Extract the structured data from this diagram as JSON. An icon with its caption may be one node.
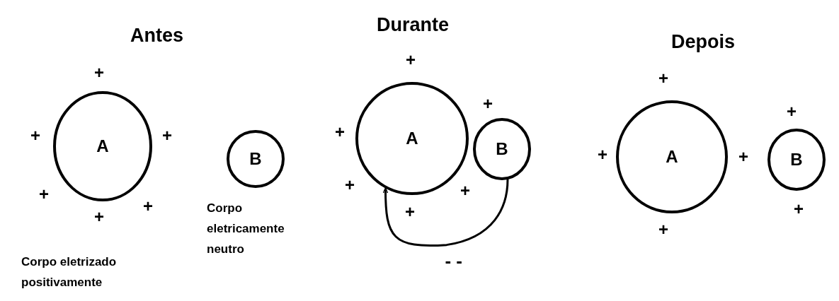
{
  "diagram": {
    "nodes": [
      {
        "text": [
          "A"
        ]
      },
      {
        "text": [
          "B"
        ]
      },
      {
        "text": [
          "A"
        ]
      },
      {
        "text": [
          "B"
        ]
      },
      {
        "text": [
          "A"
        ]
      },
      {
        "text": [
          "B"
        ]
      }
    ],
    "edges": [
      {
        "from": 3,
        "to": 2,
        "arrow": "to",
        "label": "- -"
      }
    ],
    "labels": [
      "Antes",
      "Durante",
      "Depois",
      "+",
      "+",
      "+",
      "+",
      "+",
      "+",
      "+",
      "+",
      "+",
      "+",
      "+",
      "+",
      "+",
      "+",
      "+",
      "+",
      "+",
      "+",
      "Corpo eletricamente neutro",
      "Corpo eletrizado positivamente"
    ]
  }
}
